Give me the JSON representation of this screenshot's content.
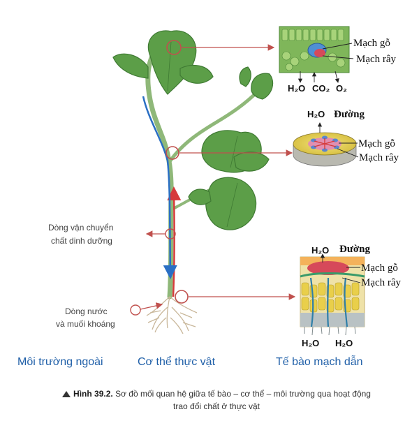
{
  "leaf_panel": {
    "xylem_label": "Mạch gỗ",
    "phloem_label": "Mạch rây",
    "gases": [
      "H₂O",
      "CO₂",
      "O₂"
    ]
  },
  "stem_panel": {
    "top_labels": [
      "H₂O",
      "Đường"
    ],
    "xylem_label": "Mạch gỗ",
    "phloem_label": "Mạch rây"
  },
  "root_panel": {
    "top_labels": [
      "H₂O",
      "Đường"
    ],
    "xylem_label": "Mạch gỗ",
    "phloem_label": "Mạch rây",
    "bottom_labels": [
      "H₂O",
      "H₂O"
    ]
  },
  "flows": {
    "nutrient_flow_line1": "Dòng vận chuyển",
    "nutrient_flow_line2": "chất dinh dưỡng",
    "water_flow_line1": "Dòng nước",
    "water_flow_line2": "và muối khoáng"
  },
  "regions": {
    "external": "Môi trường ngoài",
    "plant_body": "Cơ thể thực vật",
    "vascular_cells": "Tế bào mạch dẫn"
  },
  "caption": {
    "label": "Hình 39.2.",
    "line1": "Sơ đồ mối quan hệ giữa tế bào – cơ thể – môi trường qua hoạt động",
    "line2": "trao đổi chất ở thực vật"
  },
  "colors": {
    "leaf": "#5c9e48",
    "leaf_dark": "#3f7a33",
    "stem": "#8fb879",
    "xylem_flow": "#2a6fc4",
    "phloem_flow": "#d63a3a",
    "pointer": "#c0504d",
    "region_text": "#1f5fa8"
  }
}
